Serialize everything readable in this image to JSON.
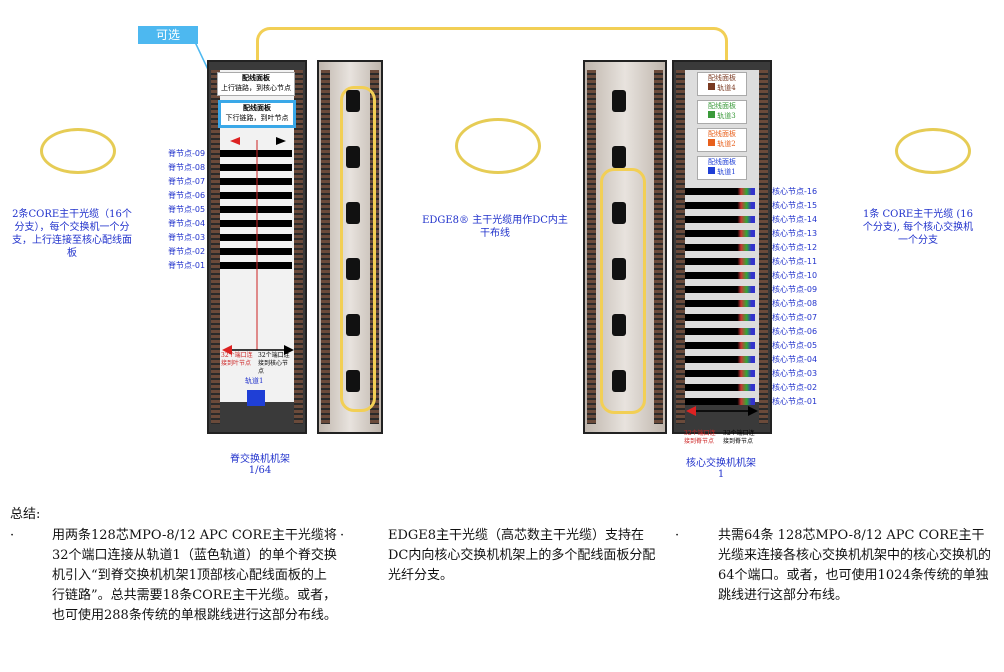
{
  "callout": {
    "optional": "可选"
  },
  "left_rack": {
    "panel_up": {
      "title": "配线面板",
      "sub": "上行链路，到核心节点"
    },
    "panel_down": {
      "title": "配线面板",
      "sub": "下行链路，到叶节点"
    },
    "spine_labels": [
      "脊节点-09",
      "脊节点-08",
      "脊节点-07",
      "脊节点-06",
      "脊节点-05",
      "脊节点-04",
      "脊节点-03",
      "脊节点-02",
      "脊节点-01"
    ],
    "arrow_left": "32个端口连接到叶节点",
    "arrow_right": "32个端口连接到核心节点",
    "track": "轨道1",
    "caption": "脊交换机机架",
    "caption_num": "1/64",
    "track_color": "#1f3fd6"
  },
  "left_cable_desc": "2条CORE主干光缆（16个分支），每个交换机一个分支，上行连接至核心配线面板",
  "center_cable_desc": "EDGE8® 主干光缆用作DC内主干布线",
  "right_cable_desc": "1条 CORE主干光缆 (16个分支), 每个核心交换机一个分支",
  "right_rack": {
    "panels": [
      {
        "title": "配线面板",
        "track": "轨道4",
        "color": "#7a3a22"
      },
      {
        "title": "配线面板",
        "track": "轨道3",
        "color": "#3a9a3a"
      },
      {
        "title": "配线面板",
        "track": "轨道2",
        "color": "#e8601c"
      },
      {
        "title": "配线面板",
        "track": "轨道1",
        "color": "#1f3fd6"
      }
    ],
    "core_labels": [
      "核心节点-16",
      "核心节点-15",
      "核心节点-14",
      "核心节点-13",
      "核心节点-12",
      "核心节点-11",
      "核心节点-10",
      "核心节点-09",
      "核心节点-08",
      "核心节点-07",
      "核心节点-06",
      "核心节点-05",
      "核心节点-04",
      "核心节点-03",
      "核心节点-02",
      "核心节点-01"
    ],
    "arrow_left": "32个端口连接到脊节点",
    "arrow_right": "32个端口连接到脊节点",
    "caption": "核心交换机机架",
    "caption_num": "1"
  },
  "summary": {
    "title": "总结:",
    "bullet": "·",
    "col1": "用两条128芯MPO-8/12 APC CORE主干光缆将32个端口连接从轨道1（蓝色轨道）的单个脊交换机引入“到脊交换机机架1顶部核心配线面板的上行链路”。总共需要18条CORE主干光缆。或者，也可使用288条传统的单根跳线进行这部分布线。",
    "col2": "EDGE8主干光缆（高芯数主干光缆）支持在DC内向核心交换机机架上的多个配线面板分配光纤分支。",
    "col3": "共需64条 128芯MPO-8/12 APC CORE主干光缆来连接各核心交换机机架中的核心交换机的64个端口。或者，也可使用1024条传统的单独跳线进行这部分布线。"
  }
}
